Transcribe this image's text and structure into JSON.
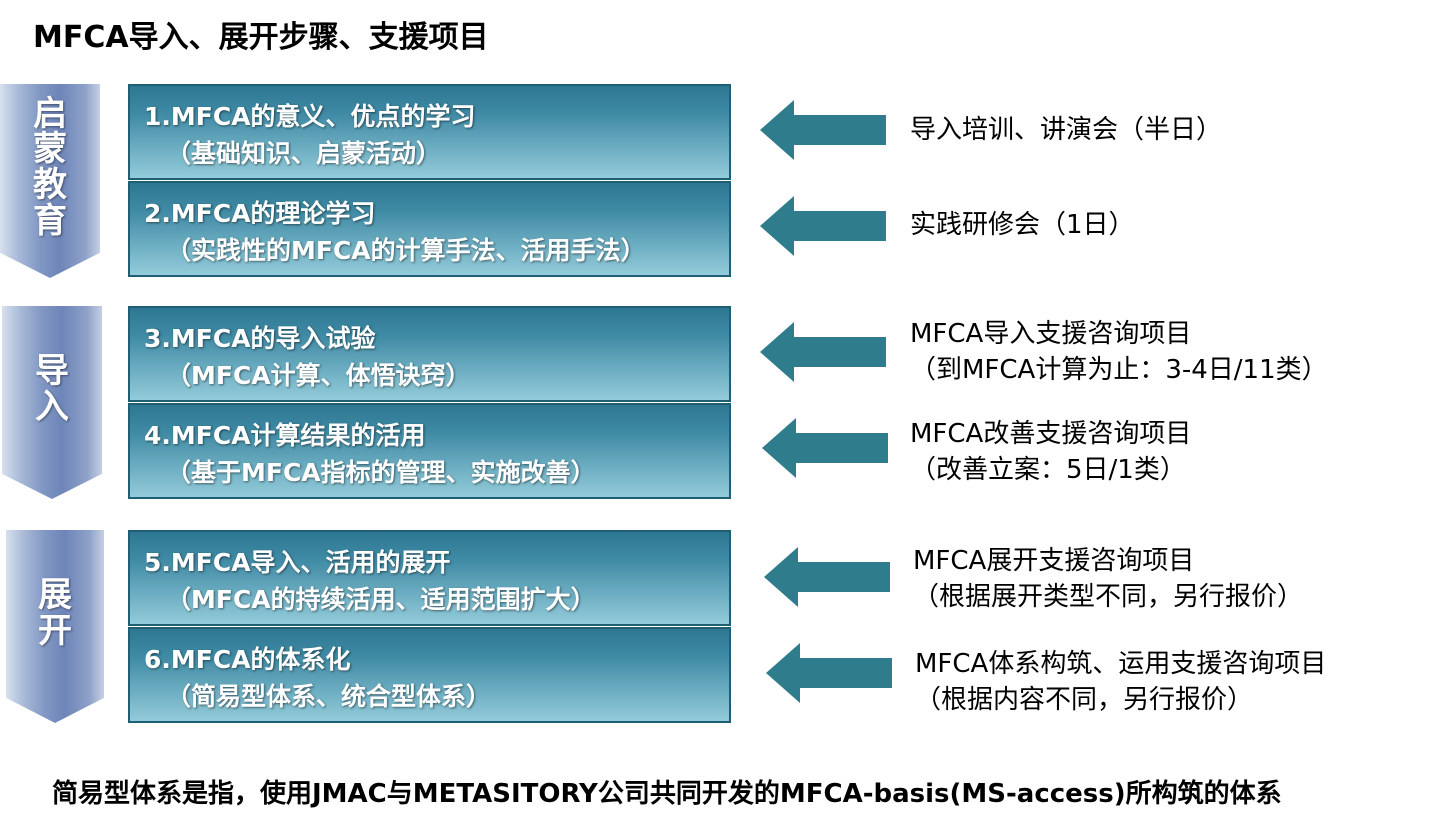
{
  "title": "MFCA导入、展开步骤、支援项目",
  "phases": [
    {
      "chars": [
        "启",
        "蒙",
        "教",
        "育"
      ]
    },
    {
      "chars": [
        "导",
        "入"
      ]
    },
    {
      "chars": [
        "展",
        "开"
      ]
    }
  ],
  "steps": [
    {
      "line1": "1.MFCA的意义、优点的学习",
      "line2": "（基础知识、启蒙活动）"
    },
    {
      "line1": "2.MFCA的理论学习",
      "line2": "（实践性的MFCA的计算手法、活用手法）"
    },
    {
      "line1": "3.MFCA的导入试验",
      "line2": "（MFCA计算、体悟诀窍）"
    },
    {
      "line1": "4.MFCA计算结果的活用",
      "line2": "（基于MFCA指标的管理、实施改善）"
    },
    {
      "line1": "5.MFCA导入、活用的展开",
      "line2": "（MFCA的持续活用、适用范围扩大）"
    },
    {
      "line1": "6.MFCA的体系化",
      "line2": "（简易型体系、统合型体系）"
    }
  ],
  "support": [
    {
      "line1": "导入培训、讲演会（半日）",
      "line2": ""
    },
    {
      "line1": "实践研修会（1日）",
      "line2": ""
    },
    {
      "line1": "MFCA导入支援咨询项目",
      "line2": "（到MFCA计算为止：3-4日/11类）"
    },
    {
      "line1": "MFCA改善支援咨询项目",
      "line2": "（改善立案：5日/1类）"
    },
    {
      "line1": "MFCA展开支援咨询项目",
      "line2": "（根据展开类型不同，另行报价）"
    },
    {
      "line1": "MFCA体系构筑、运用支援咨询项目",
      "line2": "（根据内容不同，另行报价）"
    }
  ],
  "footer": "简易型体系是指，使用JMAC与METASITORY公司共同开发的MFCA-basis(MS-access)所构筑的体系",
  "colors": {
    "arrow": "#2f7c8d",
    "step_border": "#1f5f76",
    "phase": "#7f95c2"
  }
}
